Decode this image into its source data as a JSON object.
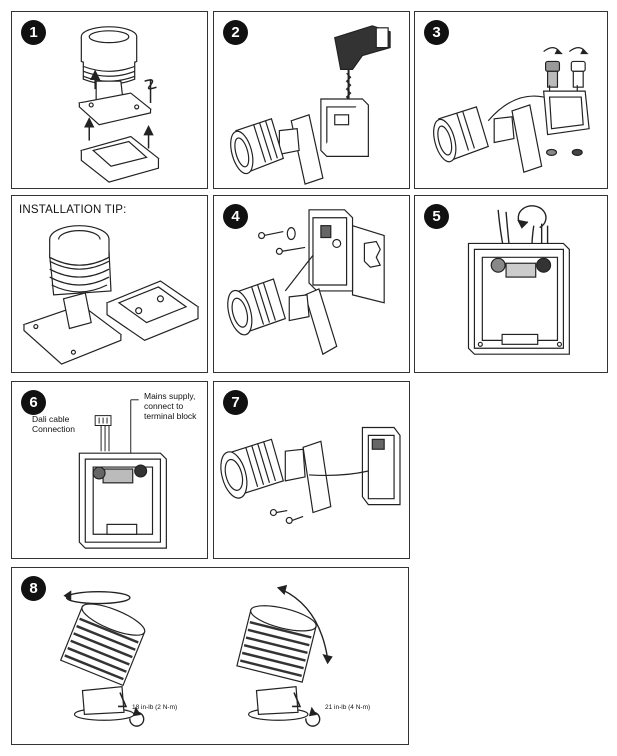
{
  "steps": [
    {
      "number": "1"
    },
    {
      "number": "2"
    },
    {
      "number": "3"
    },
    {
      "number": "4"
    },
    {
      "number": "5"
    },
    {
      "number": "6"
    },
    {
      "number": "7"
    },
    {
      "number": "8"
    }
  ],
  "tip": {
    "title": "INSTALLATION TIP:"
  },
  "step6": {
    "dali_label": "Dali cable\nConnection",
    "mains_label": "Mains supply,\nconnect to\nterminal block"
  },
  "step8": {
    "torque_left": "18 in-lb (2 N-m)",
    "torque_right": "21 in-lb (4 N-m)"
  },
  "colors": {
    "line": "#222222",
    "fill": "#ffffff",
    "shade": "#555555",
    "badge": "#111111"
  }
}
